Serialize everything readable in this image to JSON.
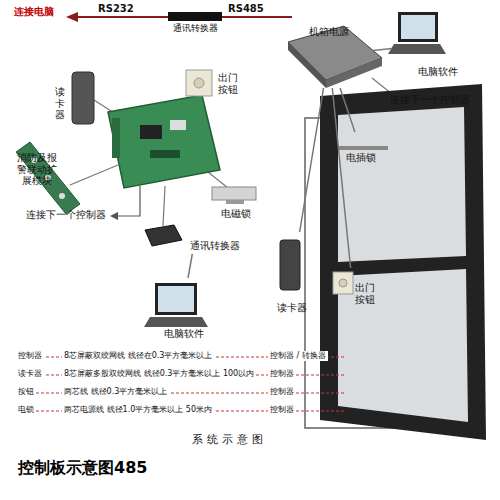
{
  "diagram": {
    "title": "系统示意图",
    "caption": "控制板示意图485",
    "nodes": [
      {
        "text": [
          "通讯转换器"
        ]
      },
      {
        "text": [
          "机箱电源"
        ]
      },
      {
        "text": [
          "电脑软件"
        ]
      },
      {
        "text": [
          "读卡器"
        ]
      },
      {
        "text": [
          "出门按钮"
        ]
      },
      {
        "text": [
          "消防及报警联动扩展模块"
        ]
      },
      {
        "text": [
          "电磁锁"
        ]
      },
      {
        "text": [
          "电插锁"
        ]
      },
      {
        "text": [
          "通讯转换器"
        ]
      },
      {
        "text": [
          "读卡器"
        ]
      },
      {
        "text": [
          "出门按钮"
        ]
      },
      {
        "text": [
          "电脑软件"
        ]
      }
    ],
    "edges": [
      {
        "from": 1,
        "to": 2,
        "arrow": "none"
      },
      {
        "from": 1,
        "to": 7,
        "arrow": "none"
      },
      {
        "from": 1,
        "to": 9,
        "arrow": "none"
      },
      {
        "from": 1,
        "to": 10,
        "arrow": "none"
      },
      {
        "from": 8,
        "to": 11,
        "arrow": "none"
      }
    ],
    "labels": [
      "连接电脑",
      "RS232",
      "RS485",
      "连接下一个控制器",
      "连接下一个控制器",
      "控制器",
      "8芯屏蔽双绞网线 线径在0.3平方毫米以上",
      "控制器 / 转换器",
      "读卡器",
      "8芯屏蔽多股双绞网线 线径0.3平方毫米以上 100以内",
      "控制器",
      "按钮",
      "两芯线 线径0.3平方毫米以上",
      "控制器",
      "电锁",
      "两芯电源线 线径1.0平方毫米以上 50米内",
      "控制器"
    ]
  }
}
